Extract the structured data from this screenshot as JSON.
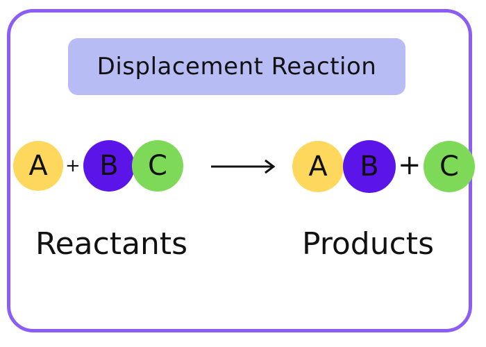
{
  "title": "Displacement Reaction",
  "reactants": {
    "atom_a": "A",
    "plus": "+",
    "atom_b": "B",
    "atom_c": "C",
    "label": "Reactants"
  },
  "products": {
    "atom_a": "A",
    "atom_b": "B",
    "plus": "+",
    "atom_c": "C",
    "label": "Products"
  },
  "colors": {
    "frame": "#8b5cf6",
    "title_bg": "#b8bcf5",
    "atom_a": "#fdd85d",
    "atom_b": "#5b15e8",
    "atom_c": "#7dd957"
  }
}
